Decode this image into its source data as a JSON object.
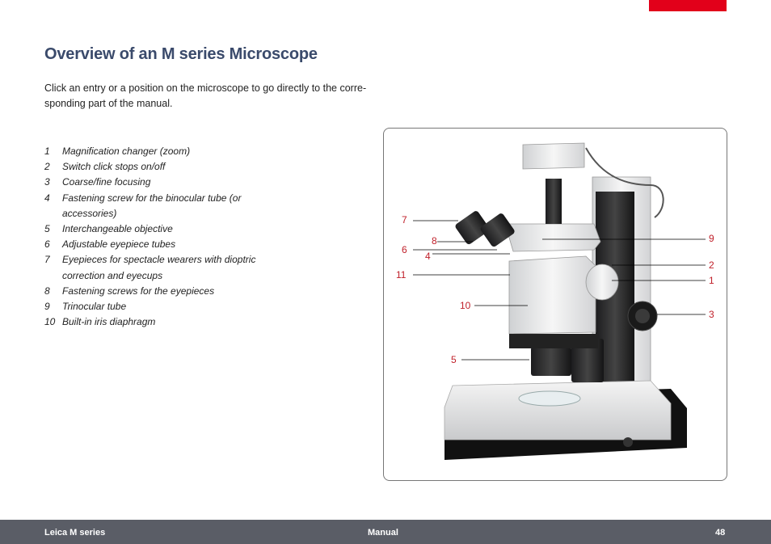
{
  "page": {
    "title": "Overview of an M series Microscope",
    "intro": "Click an entry or a position on the microscope to go directly to the corre- sponding part of the manual.",
    "accent_color": "#e2001a",
    "title_color": "#3a4a6b",
    "callout_color": "#c0202a"
  },
  "parts": [
    {
      "num": "1",
      "label": "Magnification changer (zoom)"
    },
    {
      "num": "2",
      "label": "Switch click stops on/off"
    },
    {
      "num": "3",
      "label": "Coarse/fine focusing"
    },
    {
      "num": "4",
      "label": "Fastening screw for the binocular tube (or accessories)"
    },
    {
      "num": "5",
      "label": "Interchangeable objective"
    },
    {
      "num": "6",
      "label": "Adjustable eyepiece tubes"
    },
    {
      "num": "7",
      "label": "Eyepieces for spectacle wearers with dioptric correction and eyecups"
    },
    {
      "num": "8",
      "label": "Fastening screws for the eyepieces"
    },
    {
      "num": "9",
      "label": "Trinocular tube"
    },
    {
      "num": "10",
      "label": "Built-in iris diaphragm"
    }
  ],
  "callouts": {
    "c7": "7",
    "c6": "6",
    "c8": "8",
    "c4": "4",
    "c11": "11",
    "c10": "10",
    "c5": "5",
    "c9": "9",
    "c2": "2",
    "c1": "1",
    "c3": "3"
  },
  "footer": {
    "left": "Leica M series",
    "center": "Manual",
    "page_number": "48"
  }
}
